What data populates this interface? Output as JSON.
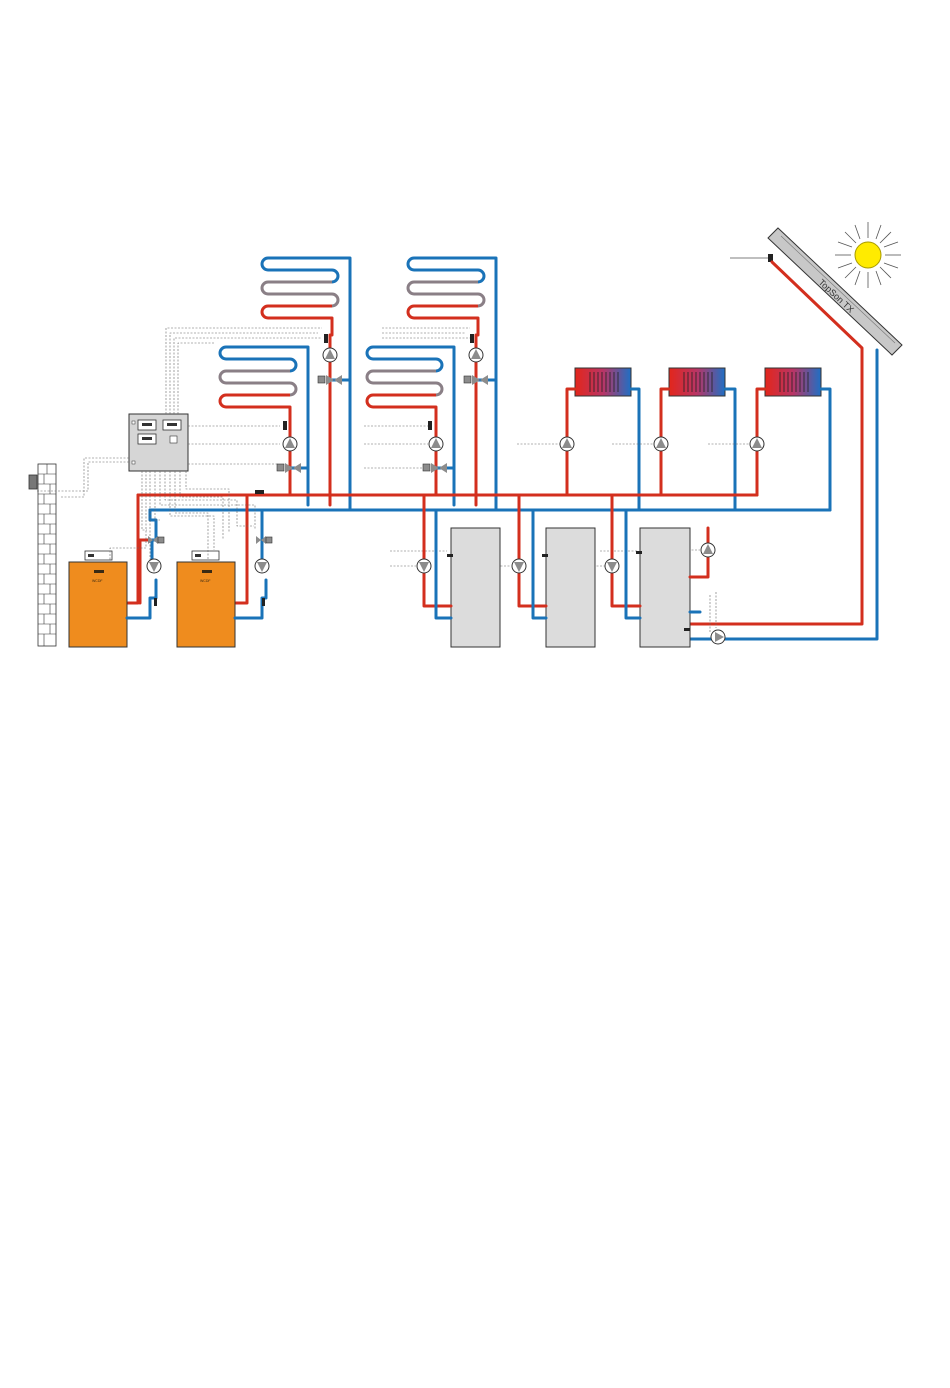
{
  "collector": {
    "label": "TopSon TX"
  },
  "boilers": [
    {
      "plate": "WCDF"
    },
    {
      "plate": "WCDF"
    }
  ],
  "colors": {
    "flow": "#d32f1e",
    "return": "#1a73b8",
    "boiler": "#ef8c1e",
    "sun": "#ffeb00",
    "tank": "#dcdcdc"
  }
}
